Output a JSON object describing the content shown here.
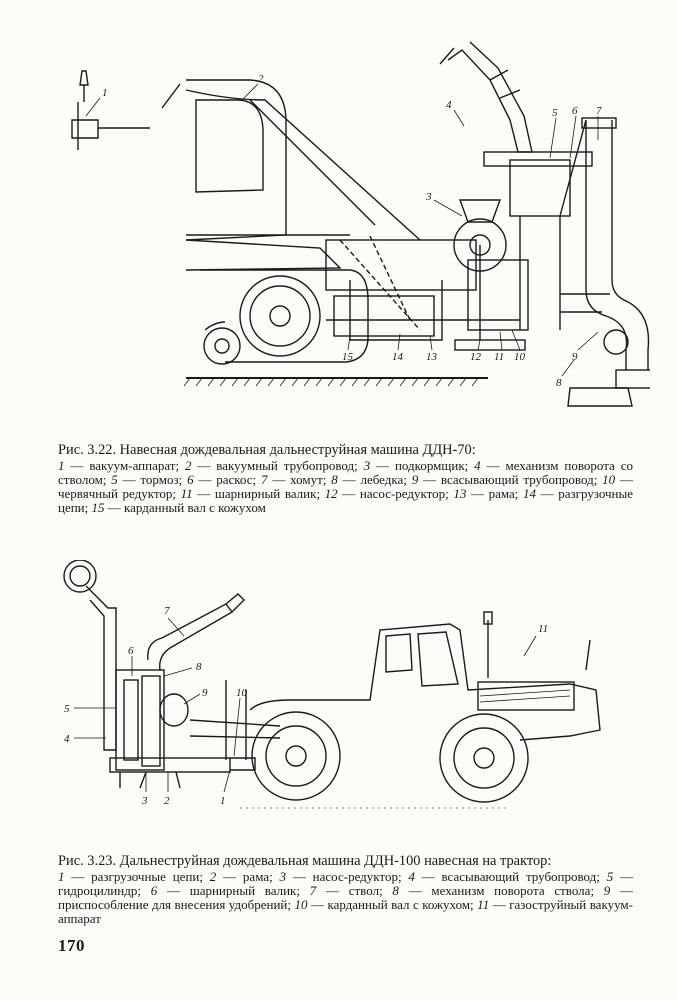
{
  "figure1": {
    "callouts": [
      "1",
      "2",
      "3",
      "4",
      "5",
      "6",
      "7",
      "8",
      "9",
      "10",
      "11",
      "12",
      "13",
      "14",
      "15"
    ],
    "caption_title": "Рис. 3.22. Навесная дождевальная дальнеструйная машина ДДН-70:",
    "caption_items": [
      {
        "n": "1",
        "t": "вакуум-аппарат"
      },
      {
        "n": "2",
        "t": "вакуумный трубопровод"
      },
      {
        "n": "3",
        "t": "подкормщик"
      },
      {
        "n": "4",
        "t": "механизм поворота со стволом"
      },
      {
        "n": "5",
        "t": "тормоз"
      },
      {
        "n": "6",
        "t": "раскос"
      },
      {
        "n": "7",
        "t": "хомут"
      },
      {
        "n": "8",
        "t": "лебедка"
      },
      {
        "n": "9",
        "t": "всасывающий трубопровод"
      },
      {
        "n": "10",
        "t": "червячный редуктор"
      },
      {
        "n": "11",
        "t": "шарнирный валик"
      },
      {
        "n": "12",
        "t": "насос-редуктор"
      },
      {
        "n": "13",
        "t": "рама"
      },
      {
        "n": "14",
        "t": "разгрузочные цепи"
      },
      {
        "n": "15",
        "t": "карданный вал с кожухом"
      }
    ]
  },
  "figure2": {
    "callouts": [
      "1",
      "2",
      "3",
      "4",
      "5",
      "6",
      "7",
      "8",
      "9",
      "10",
      "11"
    ],
    "caption_title": "Рис. 3.23. Дальнеструйная дождевальная машина ДДН-100 навесная на трактор:",
    "caption_items": [
      {
        "n": "1",
        "t": "разгрузочные цепи"
      },
      {
        "n": "2",
        "t": "рама"
      },
      {
        "n": "3",
        "t": "насос-редуктор"
      },
      {
        "n": "4",
        "t": "всасывающий трубопровод"
      },
      {
        "n": "5",
        "t": "гидроцилиндр"
      },
      {
        "n": "6",
        "t": "шарнирный валик"
      },
      {
        "n": "7",
        "t": "ствол"
      },
      {
        "n": "8",
        "t": "механизм поворота ствола"
      },
      {
        "n": "9",
        "t": "приспособление для внесения удобрений"
      },
      {
        "n": "10",
        "t": "карданный вал с кожухом"
      },
      {
        "n": "11",
        "t": "газоструйный вакуум-аппарат"
      }
    ]
  },
  "page_number": "170",
  "colors": {
    "ink": "#1a1a1a",
    "paper": "#fbfbf8"
  }
}
